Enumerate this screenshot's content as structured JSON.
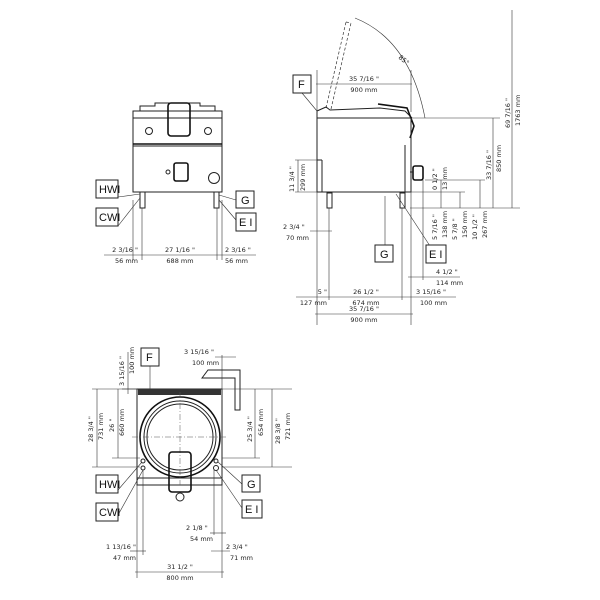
{
  "callouts": {
    "hwi": "HWI",
    "cwi": "CWI",
    "g": "G",
    "ei": "E I",
    "f": "F"
  },
  "front_view": {
    "dims": {
      "left_in": "2 3/16 \"",
      "left_mm": "56 mm",
      "center_in": "27 1/16 \"",
      "center_mm": "688 mm",
      "right_in": "2 3/16 \"",
      "right_mm": "56 mm"
    }
  },
  "side_view": {
    "lid_angle": "85°",
    "dims": {
      "top_width_in": "35 7/16 \"",
      "top_width_mm": "900 mm",
      "total_height_in": "69 7/16 \"",
      "total_height_mm": "1763 mm",
      "height_in": "33 7/16 \"",
      "height_mm": "850 mm",
      "panel_in": "11 3/4 \"",
      "panel_mm": "299 mm",
      "d13_in": "0 1/2 \"",
      "d13_mm": "13 mm",
      "d138_in": "5 7/16 \"",
      "d138_mm": "138 mm",
      "d150_in": "5 7/8 \"",
      "d150_mm": "150 mm",
      "d267_in": "10 1/2 \"",
      "d267_mm": "267 mm",
      "d70_in": "2 3/4 \"",
      "d70_mm": "70 mm",
      "d114_in": "4 1/2 \"",
      "d114_mm": "114 mm",
      "d127_in": "5 \"",
      "d127_mm": "127 mm",
      "d674_in": "26 1/2 \"",
      "d674_mm": "674 mm",
      "d100_in": "3 15/16 \"",
      "d100_mm": "100 mm",
      "bottom_width_in": "35 7/16 \"",
      "bottom_width_mm": "900 mm"
    }
  },
  "top_view": {
    "dims": {
      "top_left_in": "3 15/16 \"",
      "top_left_mm": "100 mm",
      "top_right_in": "3 15/16 \"",
      "top_right_mm": "100 mm",
      "d731_in": "28 3/4 \"",
      "d731_mm": "731 mm",
      "d660_in": "26 \"",
      "d660_mm": "660 mm",
      "d654_in": "25 3/4 \"",
      "d654_mm": "654 mm",
      "d721_in": "28 3/8 \"",
      "d721_mm": "721 mm",
      "d54_in": "2 1/8 \"",
      "d54_mm": "54 mm",
      "d47_in": "1 13/16 \"",
      "d47_mm": "47 mm",
      "d71_in": "2 3/4 \"",
      "d71_mm": "71 mm",
      "width_in": "31 1/2 \"",
      "width_mm": "800 mm"
    }
  }
}
